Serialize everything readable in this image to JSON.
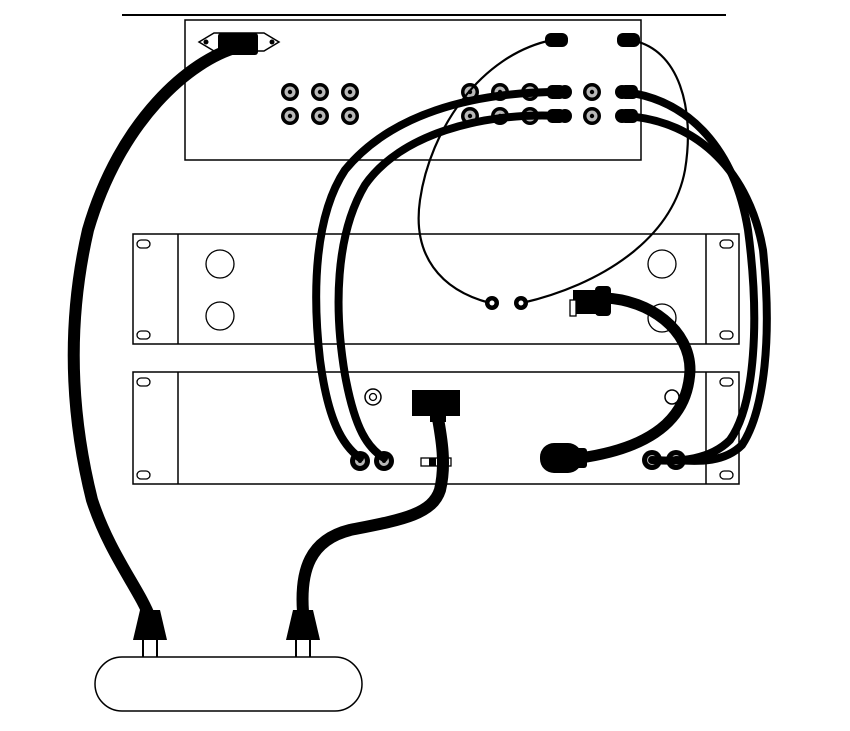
{
  "diagram": {
    "kind": "rear-panel cabling illustration",
    "colors": {
      "background": "#ffffff",
      "line": "#000000",
      "cable": "#000000",
      "panel_fill": "#ffffff",
      "jack_ring": "#b8b8b8"
    },
    "components": [
      {
        "id": "av-receiver-back-panel",
        "icon": "rca-jack-panel"
      },
      {
        "id": "rack-unit-upper",
        "icon": "rack-chassis"
      },
      {
        "id": "rack-unit-lower",
        "icon": "rack-chassis"
      },
      {
        "id": "power-strip",
        "icon": "outlet-strip"
      }
    ],
    "cables": [
      {
        "id": "power-cable-receiver",
        "icon": "iec-power-cord"
      },
      {
        "id": "power-cable-lower-unit",
        "icon": "power-cord"
      },
      {
        "id": "audio-cable-pair-left",
        "icon": "rca-cable"
      },
      {
        "id": "audio-cable-pair-right",
        "icon": "rca-cable"
      },
      {
        "id": "thin-loop-cable",
        "icon": "trigger-cable"
      },
      {
        "id": "speaker-cable",
        "icon": "speakon-cable"
      }
    ]
  }
}
